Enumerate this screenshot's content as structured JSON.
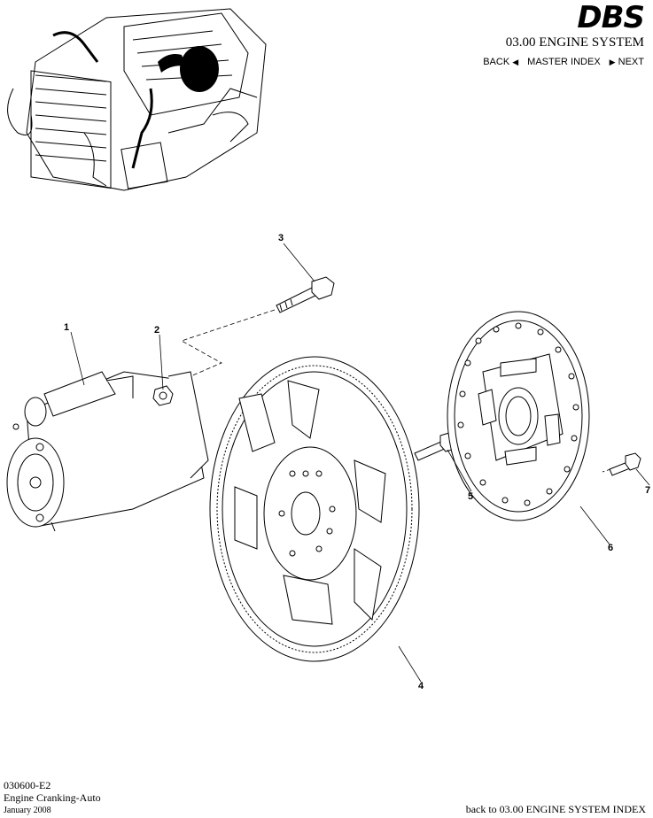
{
  "header": {
    "logo_text": "DBS",
    "section_title": "03.00 ENGINE SYSTEM",
    "nav": {
      "back_label": "BACK",
      "master_index_label": "MASTER INDEX",
      "next_label": "NEXT"
    }
  },
  "callouts": [
    "1",
    "2",
    "3",
    "4",
    "5",
    "6",
    "7"
  ],
  "footer": {
    "code": "030600-E2",
    "title": "Engine Cranking-Auto",
    "date": "January 2008",
    "back_link": "back to 03.00 ENGINE SYSTEM INDEX"
  }
}
